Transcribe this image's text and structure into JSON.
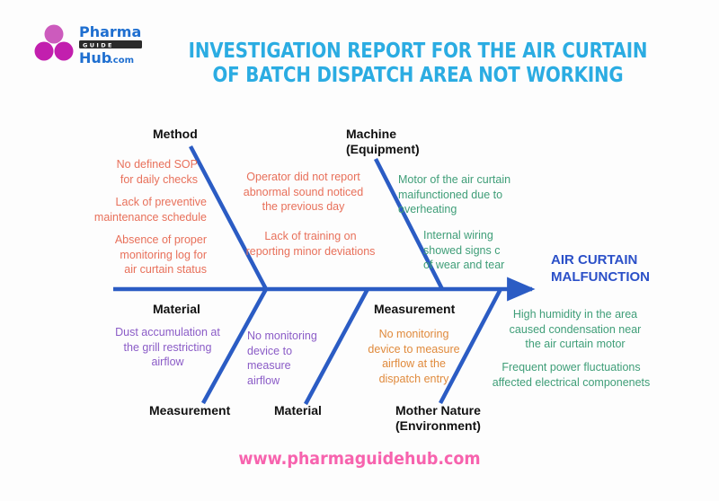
{
  "header": {
    "logo": {
      "name": "pharmaguidehub-logo",
      "brand_line1": "Pharma",
      "brand_badge": "G U I D E",
      "brand_line2": "Hub",
      "brand_tld": ".com",
      "circle_color_light": "#cc5bbd",
      "circle_color_dark": "#c21fae",
      "text_color": "#1f6fd0"
    },
    "title": "INVESTIGATION REPORT FOR THE AIR CURTAIN OF BATCH DISPATCH AREA NOT WORKING",
    "title_color": "#2bace2"
  },
  "diagram": {
    "type": "fishbone",
    "spine_color": "#2b5cc4",
    "effect": "AIR CURTAIN MALFUNCTION",
    "effect_color": "#2b50c8",
    "categories": [
      {
        "id": "method",
        "label": "Method",
        "side": "top",
        "color": "#e8705a",
        "causes": [
          "No defined SOP\nfor daily checks",
          "Lack of preventive\nmaintenance schedule",
          "Absence of proper\nmonitoring log for\nair curtain status"
        ]
      },
      {
        "id": "man",
        "label": "",
        "side": "top",
        "color": "#e8705a",
        "causes": [
          "Operator did not report\nabnormal sound noticed\nthe previous day",
          "Lack of training on\nreporting minor deviations"
        ]
      },
      {
        "id": "machine",
        "label": "Machine\n(Equipment)",
        "side": "top",
        "color": "#3f9e78",
        "causes": [
          "Motor of the air curtain\nmaifunctioned due to\noverheating",
          "Internal wiring\nshowed signs c\nof wear and tear"
        ]
      },
      {
        "id": "material-top",
        "label": "Material",
        "side": "bottom-upper",
        "color": "#8b5cc7",
        "causes": [
          "Dust accumulation at\nthe grill restricting\nairflow"
        ]
      },
      {
        "id": "measurement-left",
        "label": "Measurement",
        "side": "bottom",
        "color": "#8b5cc7",
        "causes": [
          "No monitoring\ndevice to\nmeasure\nairflow"
        ]
      },
      {
        "id": "material-bottom",
        "label": "Material",
        "side": "bottom",
        "color": "#e08a3c",
        "causes": []
      },
      {
        "id": "measurement-mid",
        "label": "Measurement",
        "side": "bottom-upper",
        "color": "#e08a3c",
        "causes": [
          "No monitoring\ndevice to measure\nairflow at the\ndispatch entry"
        ]
      },
      {
        "id": "mother-nature",
        "label": "Mother Nature\n(Environment)",
        "side": "bottom",
        "color": "#3f9e78",
        "causes": [
          "High humidity in the area\ncaused condensation near\nthe air curtain motor",
          "Frequent power fluctuations\naffected electrical componenets"
        ]
      }
    ]
  },
  "labels": {
    "method": "Method",
    "machine_line1": "Machine",
    "machine_line2": "(Equipment)",
    "material_top": "Material",
    "measurement_bottom_left": "Measurement",
    "material_bottom": "Material",
    "measurement_mid": "Measurement",
    "mother_nature_line1": "Mother Nature",
    "mother_nature_line2": "(Environment)"
  },
  "causes": {
    "method_1": "No defined SOP\nfor daily checks",
    "method_2": "Lack of preventive\nmaintenance schedule",
    "method_3": "Absence of proper\nmonitoring log for\nair curtain status",
    "man_1": "Operator did not report\nabnormal sound noticed\nthe previous day",
    "man_2": "Lack of training on\nreporting minor deviations",
    "machine_1": "Motor of the air curtain\nmaifunctioned due to\noverheating",
    "machine_2": "Internal wiring\nshowed signs c\nof wear and tear",
    "material_1": "Dust accumulation at\nthe grill restricting\nairflow",
    "measurement_left_1": "No monitoring\ndevice to\nmeasure\nairflow",
    "measurement_mid_1": "No monitoring\ndevice to measure\nairflow at the\ndispatch entry",
    "nature_1": "High humidity in the area\ncaused condensation near\nthe air curtain motor",
    "nature_2": "Frequent power fluctuations\naffected electrical componenets"
  },
  "footer": {
    "url": "www.pharmaguidehub.com",
    "url_color": "#f763ae"
  }
}
